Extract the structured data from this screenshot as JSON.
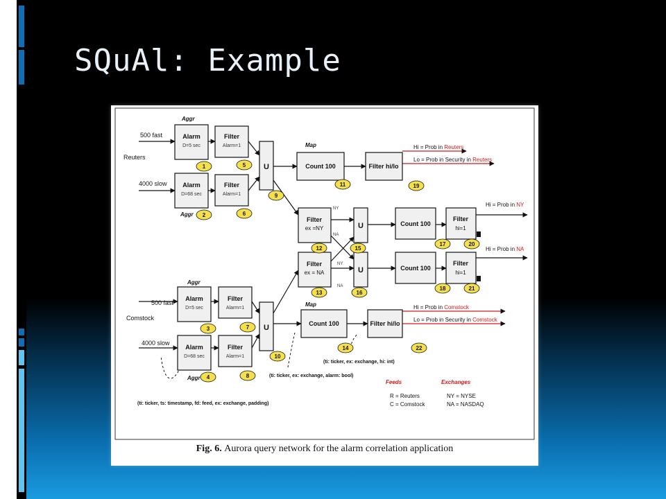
{
  "slide": {
    "title": "SQuAl: Example"
  },
  "figure": {
    "caption_label": "Fig. 6.",
    "caption_text": "Aurora query network for the alarm correlation application",
    "inputs": {
      "reuters_fast": "500 fast",
      "reuters": "Reuters",
      "reuters_slow": "4000 slow",
      "comstock_fast": "500 fast",
      "comstock": "Comstock",
      "comstock_slow": "4000 slow"
    },
    "group_labels": {
      "aggr": "Aggr",
      "map": "Map"
    },
    "boxes": {
      "alarm": "Alarm",
      "alarm_fast_param": "D=5 sec",
      "alarm_slow_param": "D=68 sec",
      "filter": "Filter",
      "alarm_eq": "Alarm=1",
      "union": "U",
      "count": "Count 100",
      "filter_hilo": "Filter hi/lo",
      "ex_ny": "ex =NY",
      "ex_na": "ex = NA",
      "hi_eq": "hi=1"
    },
    "edge_labels": {
      "ny": "NY",
      "na": "NA"
    },
    "node_numbers": [
      "1",
      "2",
      "3",
      "4",
      "5",
      "6",
      "7",
      "8",
      "9",
      "10",
      "11",
      "12",
      "13",
      "14",
      "15",
      "16",
      "17",
      "18",
      "19",
      "20",
      "21",
      "22"
    ],
    "outputs": {
      "reuters_hi_prefix": "Hi = Prob in ",
      "reuters_hi_name": "Reuters",
      "reuters_lo_prefix": "Lo = Prob in Security in ",
      "reuters_lo_name": "Reuters",
      "ny_prefix": "Hi = Prob in ",
      "ny_name": "NY",
      "na_prefix": "Hi = Prob in ",
      "na_name": "NA",
      "comstock_hi_prefix": "Hi = Prob in ",
      "comstock_hi_name": "Comstock",
      "comstock_lo_prefix": "Lo = Prob in Security in ",
      "comstock_lo_name": "Comstock"
    },
    "schemas": {
      "count_schema": "(ti: ticker, ex: exchange, hi: int)",
      "union_schema": "(ti: ticker, ex: exchange, alarm: bool)",
      "input_schema": "(ti: ticker, ts: timestamp, fd: feed, ex: exchange, padding)"
    },
    "legend": {
      "feeds_title": "Feeds",
      "feeds_r": "R = Reuters",
      "feeds_c": "C = Comstock",
      "exchanges_title": "Exchanges",
      "ex_ny": "NY = NYSE",
      "ex_na": "NA = NASDAQ"
    },
    "colors": {
      "accent_red": "#d11a1a",
      "node_yellow": "#f4e04d",
      "box_fill": "#f0f0f0"
    }
  }
}
